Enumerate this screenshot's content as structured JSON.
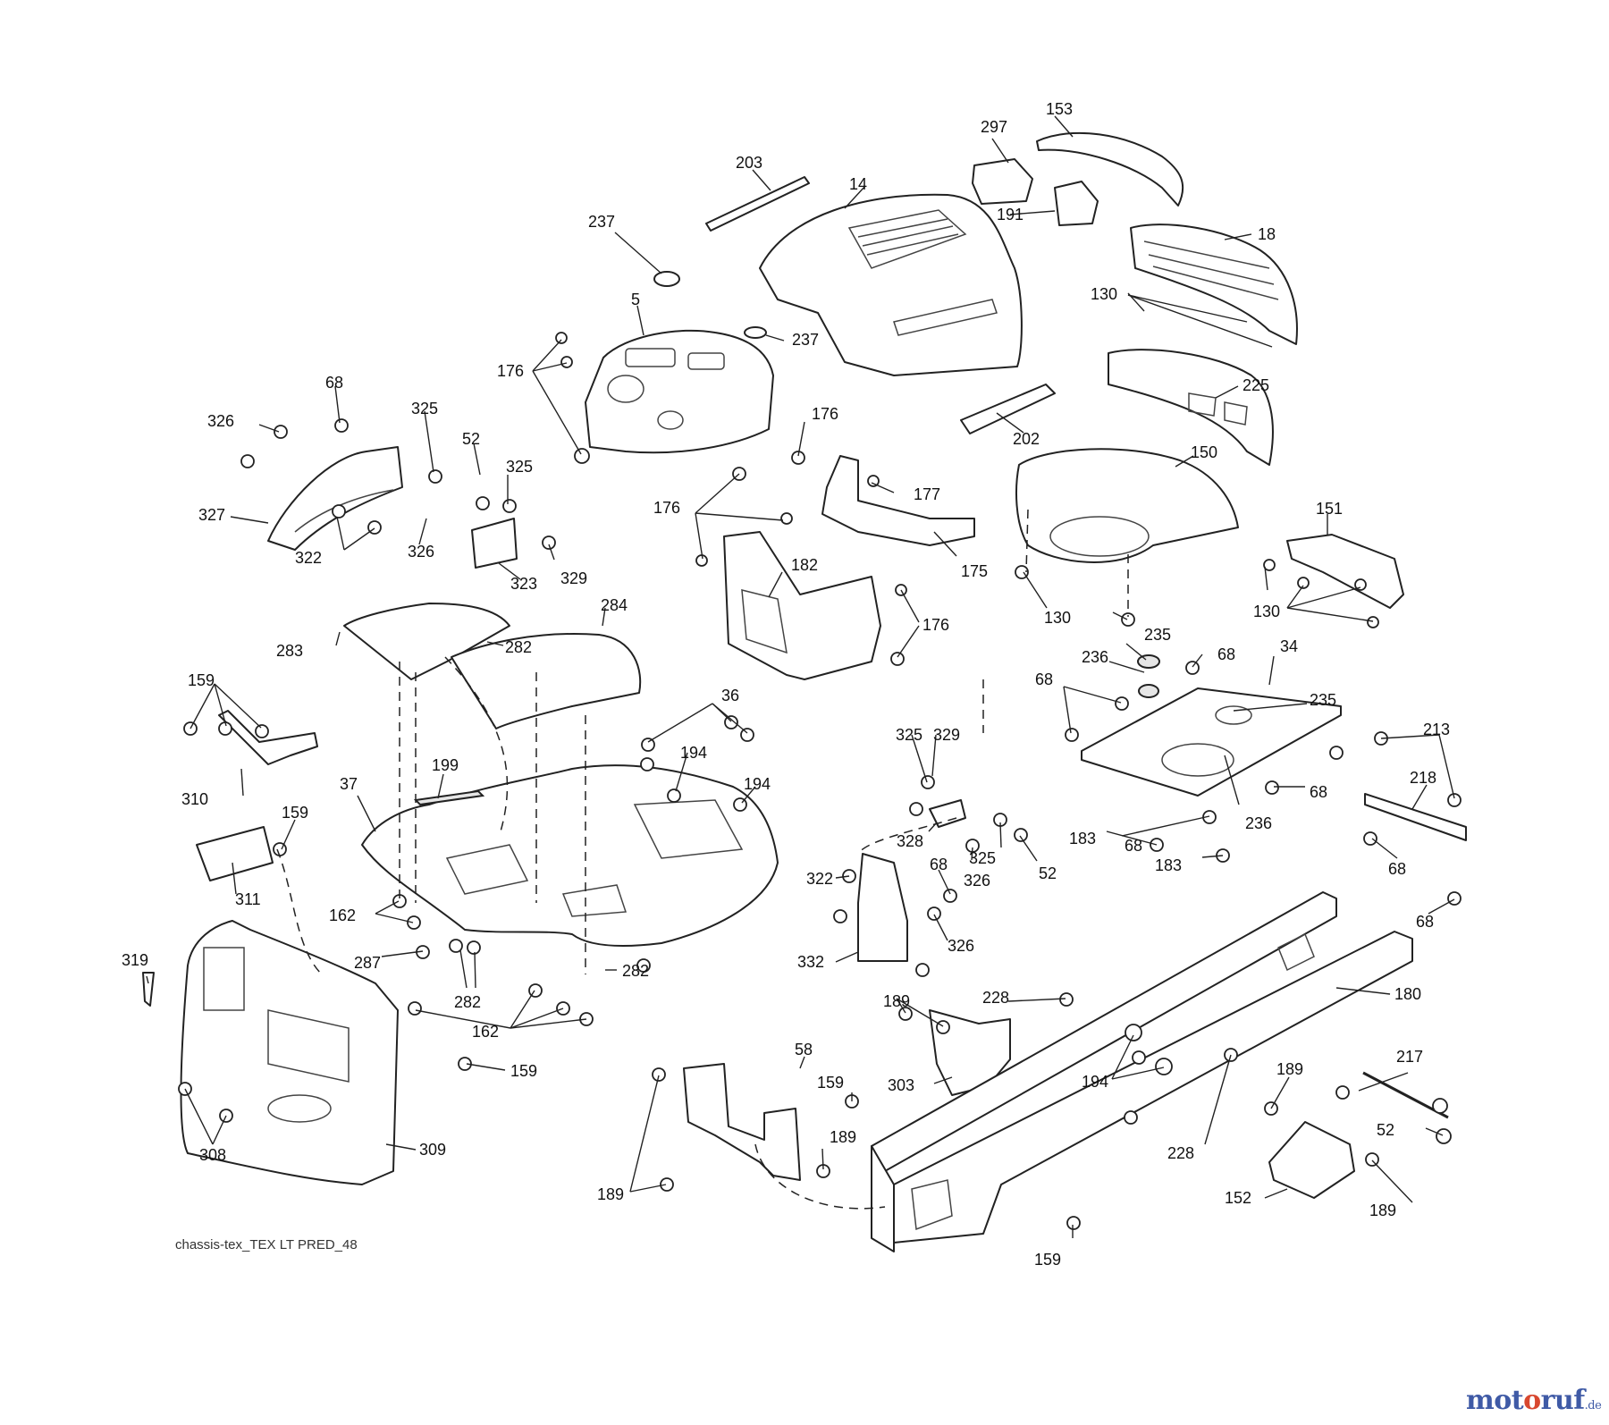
{
  "caption": "chassis-tex_TEX LT PRED_48",
  "watermark": {
    "part1": "mot",
    "part2": "o",
    "part3": "ruf",
    "tld": ".de"
  },
  "callouts": [
    {
      "id": "c01",
      "text": "14"
    },
    {
      "id": "c02",
      "text": "203"
    },
    {
      "id": "c03",
      "text": "297"
    },
    {
      "id": "c04",
      "text": "153"
    },
    {
      "id": "c05",
      "text": "191"
    },
    {
      "id": "c06",
      "text": "18"
    },
    {
      "id": "c07",
      "text": "130"
    },
    {
      "id": "c08",
      "text": "237"
    },
    {
      "id": "c09",
      "text": "5"
    },
    {
      "id": "c10",
      "text": "237"
    },
    {
      "id": "c11",
      "text": "176"
    },
    {
      "id": "c12",
      "text": "176"
    },
    {
      "id": "c13",
      "text": "225"
    },
    {
      "id": "c14",
      "text": "202"
    },
    {
      "id": "c15",
      "text": "68"
    },
    {
      "id": "c16",
      "text": "326"
    },
    {
      "id": "c17",
      "text": "325"
    },
    {
      "id": "c18",
      "text": "52"
    },
    {
      "id": "c19",
      "text": "325"
    },
    {
      "id": "c20",
      "text": "327"
    },
    {
      "id": "c21",
      "text": "322"
    },
    {
      "id": "c22",
      "text": "326"
    },
    {
      "id": "c23",
      "text": "323"
    },
    {
      "id": "c24",
      "text": "329"
    },
    {
      "id": "c25",
      "text": "177"
    },
    {
      "id": "c26",
      "text": "176"
    },
    {
      "id": "c27",
      "text": "182"
    },
    {
      "id": "c28",
      "text": "175"
    },
    {
      "id": "c29",
      "text": "176"
    },
    {
      "id": "c30",
      "text": "150"
    },
    {
      "id": "c31",
      "text": "151"
    },
    {
      "id": "c32",
      "text": "130"
    },
    {
      "id": "c33",
      "text": "130"
    },
    {
      "id": "c34",
      "text": "284"
    },
    {
      "id": "c35",
      "text": "283"
    },
    {
      "id": "c36",
      "text": "282"
    },
    {
      "id": "c37",
      "text": "159"
    },
    {
      "id": "c38",
      "text": "36"
    },
    {
      "id": "c39",
      "text": "194"
    },
    {
      "id": "c40",
      "text": "194"
    },
    {
      "id": "c41",
      "text": "199"
    },
    {
      "id": "c42",
      "text": "37"
    },
    {
      "id": "c43",
      "text": "310"
    },
    {
      "id": "c44",
      "text": "159"
    },
    {
      "id": "c45",
      "text": "311"
    },
    {
      "id": "c46",
      "text": "162"
    },
    {
      "id": "c47",
      "text": "287"
    },
    {
      "id": "c48",
      "text": "282"
    },
    {
      "id": "c49",
      "text": "282"
    },
    {
      "id": "c50",
      "text": "162"
    },
    {
      "id": "c51",
      "text": "159"
    },
    {
      "id": "c52",
      "text": "319"
    },
    {
      "id": "c53",
      "text": "308"
    },
    {
      "id": "c54",
      "text": "309"
    },
    {
      "id": "c55",
      "text": "235"
    },
    {
      "id": "c56",
      "text": "236"
    },
    {
      "id": "c57",
      "text": "68"
    },
    {
      "id": "c58",
      "text": "34"
    },
    {
      "id": "c59",
      "text": "68"
    },
    {
      "id": "c60",
      "text": "235"
    },
    {
      "id": "c61",
      "text": "68"
    },
    {
      "id": "c62",
      "text": "183"
    },
    {
      "id": "c63",
      "text": "68"
    },
    {
      "id": "c64",
      "text": "236"
    },
    {
      "id": "c65",
      "text": "183"
    },
    {
      "id": "c66",
      "text": "213"
    },
    {
      "id": "c67",
      "text": "218"
    },
    {
      "id": "c68",
      "text": "68"
    },
    {
      "id": "c69",
      "text": "68"
    },
    {
      "id": "c70",
      "text": "325"
    },
    {
      "id": "c71",
      "text": "329"
    },
    {
      "id": "c72",
      "text": "328"
    },
    {
      "id": "c73",
      "text": "68"
    },
    {
      "id": "c74",
      "text": "325"
    },
    {
      "id": "c75",
      "text": "52"
    },
    {
      "id": "c76",
      "text": "326"
    },
    {
      "id": "c77",
      "text": "322"
    },
    {
      "id": "c78",
      "text": "326"
    },
    {
      "id": "c79",
      "text": "332"
    },
    {
      "id": "c80",
      "text": "189"
    },
    {
      "id": "c81",
      "text": "228"
    },
    {
      "id": "c82",
      "text": "180"
    },
    {
      "id": "c83",
      "text": "303"
    },
    {
      "id": "c84",
      "text": "194"
    },
    {
      "id": "c85",
      "text": "58"
    },
    {
      "id": "c86",
      "text": "159"
    },
    {
      "id": "c87",
      "text": "189"
    },
    {
      "id": "c88",
      "text": "189"
    },
    {
      "id": "c89",
      "text": "228"
    },
    {
      "id": "c90",
      "text": "189"
    },
    {
      "id": "c91",
      "text": "217"
    },
    {
      "id": "c92",
      "text": "52"
    },
    {
      "id": "c93",
      "text": "152"
    },
    {
      "id": "c94",
      "text": "189"
    },
    {
      "id": "c95",
      "text": "159"
    }
  ]
}
